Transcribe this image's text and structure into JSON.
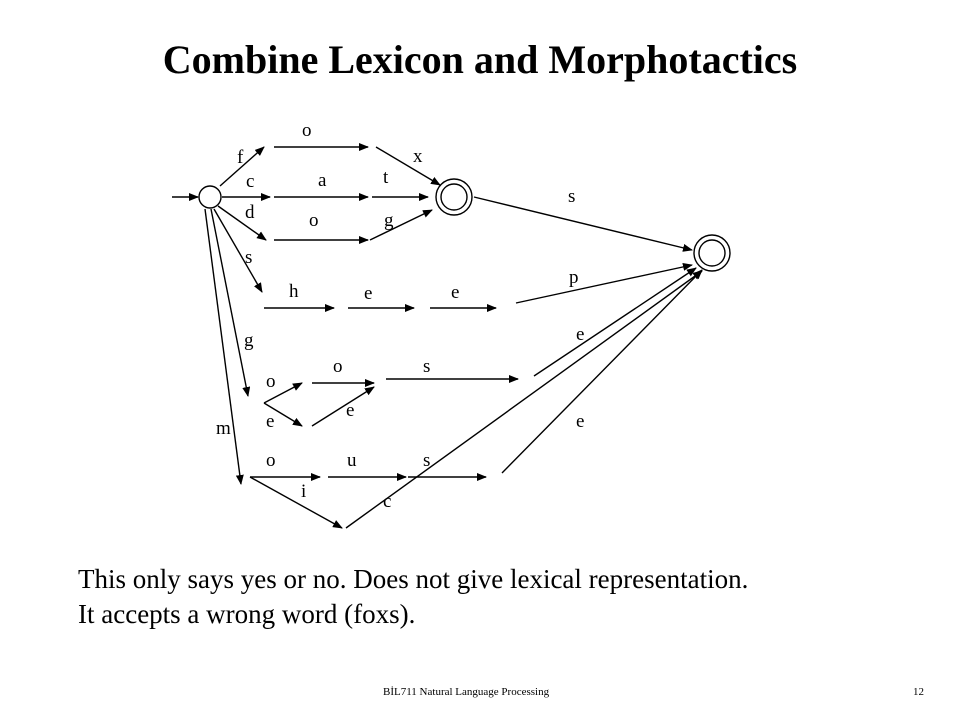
{
  "slide": {
    "title": "Combine Lexicon and Morphotactics",
    "body_lines": [
      "This only says yes or no. Does not give lexical representation.",
      "It accepts a wrong word (foxs)."
    ],
    "footer_course": "BİL711  Natural Language Processing",
    "page_number": "12"
  },
  "diagram": {
    "labels": {
      "f": "f",
      "c": "c",
      "d": "d",
      "s1": "s",
      "g1": "g",
      "m": "m",
      "o_fox": "o",
      "x": "x",
      "a": "a",
      "t": "t",
      "o_dog": "o",
      "g_dog": "g",
      "s_plural": "s",
      "h": "h",
      "e_she1": "e",
      "e_she2": "e",
      "p": "p",
      "e_upper": "e",
      "o_goose1": "o",
      "o_goose2": "o",
      "s_goose": "s",
      "e_geese1": "e",
      "e_geese2": "e",
      "e_lower": "e",
      "o_mouse": "o",
      "u": "u",
      "s_mouse": "s",
      "i": "i",
      "c_mice": "c"
    }
  }
}
